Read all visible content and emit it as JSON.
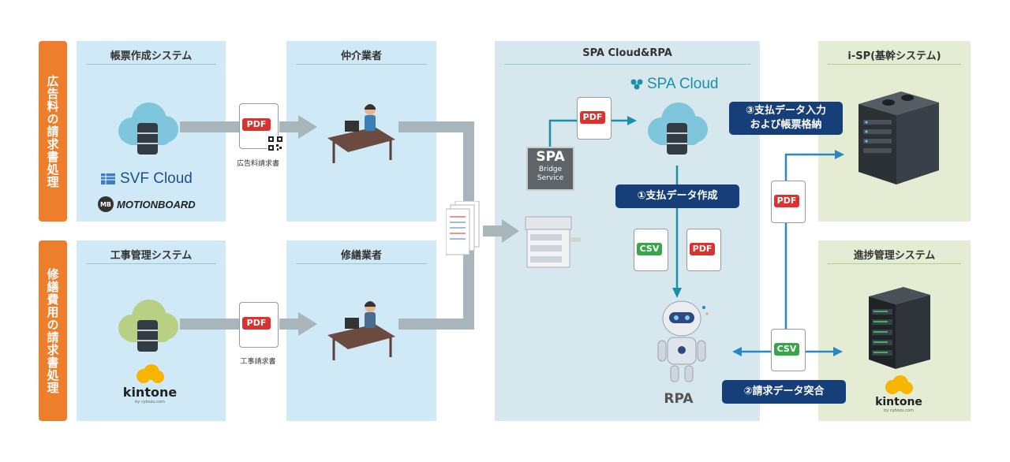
{
  "side_labels": {
    "ad": "広告料の請求書処理",
    "repair": "修繕費用の請求書処理"
  },
  "panels": {
    "form_system": "帳票作成システム",
    "broker": "仲介業者",
    "construction_system": "工事管理システム",
    "repair_vendor": "修繕業者",
    "spa_cloud_rpa": "SPA Cloud&RPA",
    "isp": "i-SP(基幹システム)",
    "progress_system": "進捗管理システム"
  },
  "products": {
    "svf_cloud": "SVF Cloud",
    "motion_board": "MOTIONBOARD",
    "motion_board_mark": "MB",
    "kintone": "kintone",
    "kintone_sub": "by cybozu.com",
    "spa_cloud": "SPA Cloud",
    "spa_bridge_title": "SPA",
    "spa_bridge_sub": "Bridge Service"
  },
  "docs": {
    "pdf": "PDF",
    "csv": "CSV"
  },
  "captions": {
    "ad_invoice": "広告料請求書",
    "construction_invoice": "工事請求書"
  },
  "steps": {
    "step1": "①支払データ作成",
    "step2": "②請求データ突合",
    "step3_line1": "③支払データ入力",
    "step3_line2": "および帳票格納"
  },
  "rpa_label": "RPA",
  "colors": {
    "orange": "#ec7e2c",
    "panel_blue": "#cfe9f6",
    "panel_green": "#e4edd4",
    "navy": "#163f79",
    "teal": "#1b8fa8",
    "arrow_blue": "#2b86c5"
  }
}
